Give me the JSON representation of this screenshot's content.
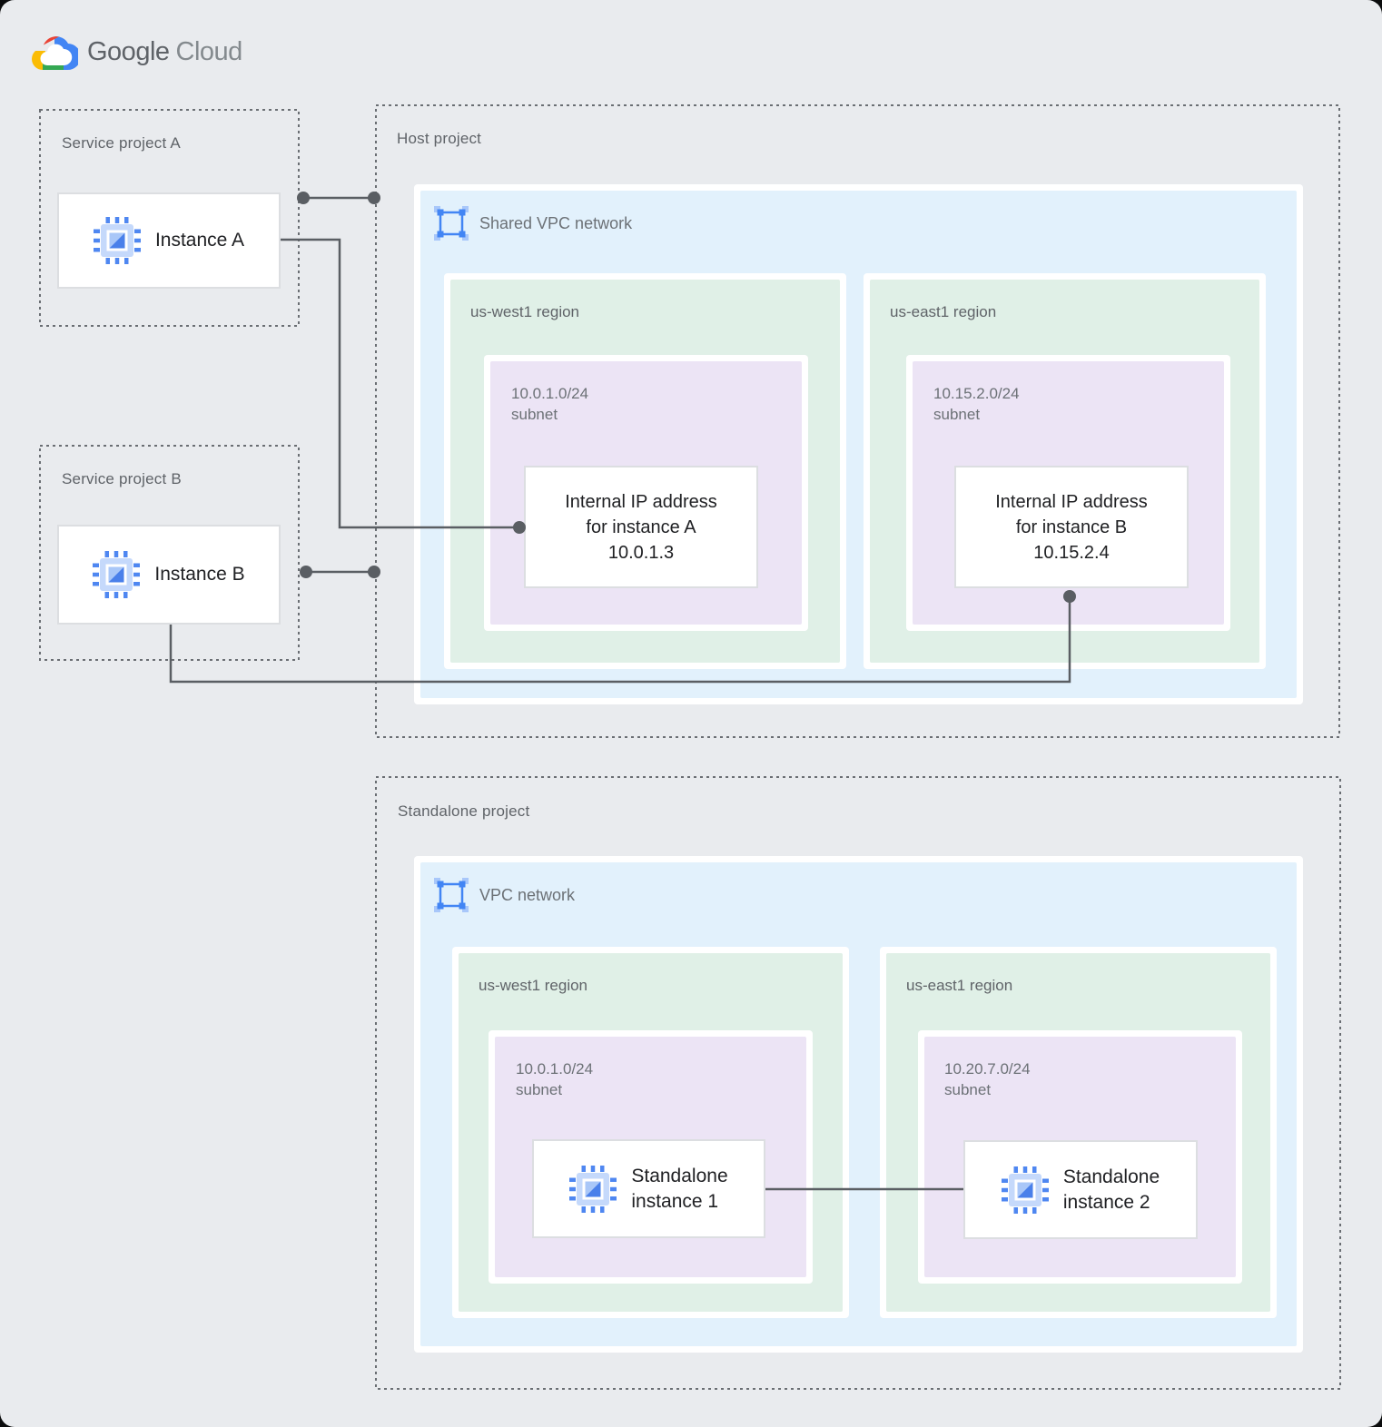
{
  "logo": {
    "google": "Google",
    "cloud": "Cloud"
  },
  "service_project_a": {
    "label": "Service project A",
    "instance_label": "Instance A"
  },
  "service_project_b": {
    "label": "Service project B",
    "instance_label": "Instance B"
  },
  "host_project": {
    "label": "Host project",
    "network_label": "Shared VPC network",
    "regions": [
      {
        "label": "us-west1 region",
        "subnet_cidr": "10.0.1.0/24",
        "subnet_word": "subnet",
        "card_lines": [
          "Internal IP address",
          "for instance A",
          "10.0.1.3"
        ]
      },
      {
        "label": "us-east1 region",
        "subnet_cidr": "10.15.2.0/24",
        "subnet_word": "subnet",
        "card_lines": [
          "Internal IP address",
          "for instance B",
          "10.15.2.4"
        ]
      }
    ]
  },
  "standalone_project": {
    "label": "Standalone project",
    "network_label": "VPC network",
    "regions": [
      {
        "label": "us-west1 region",
        "subnet_cidr": "10.0.1.0/24",
        "subnet_word": "subnet",
        "card_lines": [
          "Standalone",
          "instance 1"
        ]
      },
      {
        "label": "us-east1 region",
        "subnet_cidr": "10.20.7.0/24",
        "subnet_word": "subnet",
        "card_lines": [
          "Standalone",
          "instance 2"
        ]
      }
    ]
  },
  "colors": {
    "background": "#e9ebee",
    "project_border": "#6a6e73",
    "network_fill": "#e2f1fc",
    "region_fill": "#e0f0e7",
    "subnet_fill": "#ece4f5",
    "card_background": "#ffffff",
    "card_border": "#dcdee1",
    "connector": "#5a5e63",
    "label_text": "#5f6368",
    "card_text": "#202124",
    "google_blue": "#4285f4",
    "google_red": "#ea4335",
    "google_yellow": "#fbbc04",
    "google_green": "#34a853",
    "chip_body_light": "#c5d9fb",
    "chip_inner_light": "#a9c7f8",
    "vpc_pad_light": "#a8c7fa"
  },
  "icons": {
    "logo": "google-cloud-logo",
    "instance": "compute-engine-chip-icon",
    "network": "vpc-network-icon",
    "connector_dot": "connection-endpoint-dot"
  }
}
